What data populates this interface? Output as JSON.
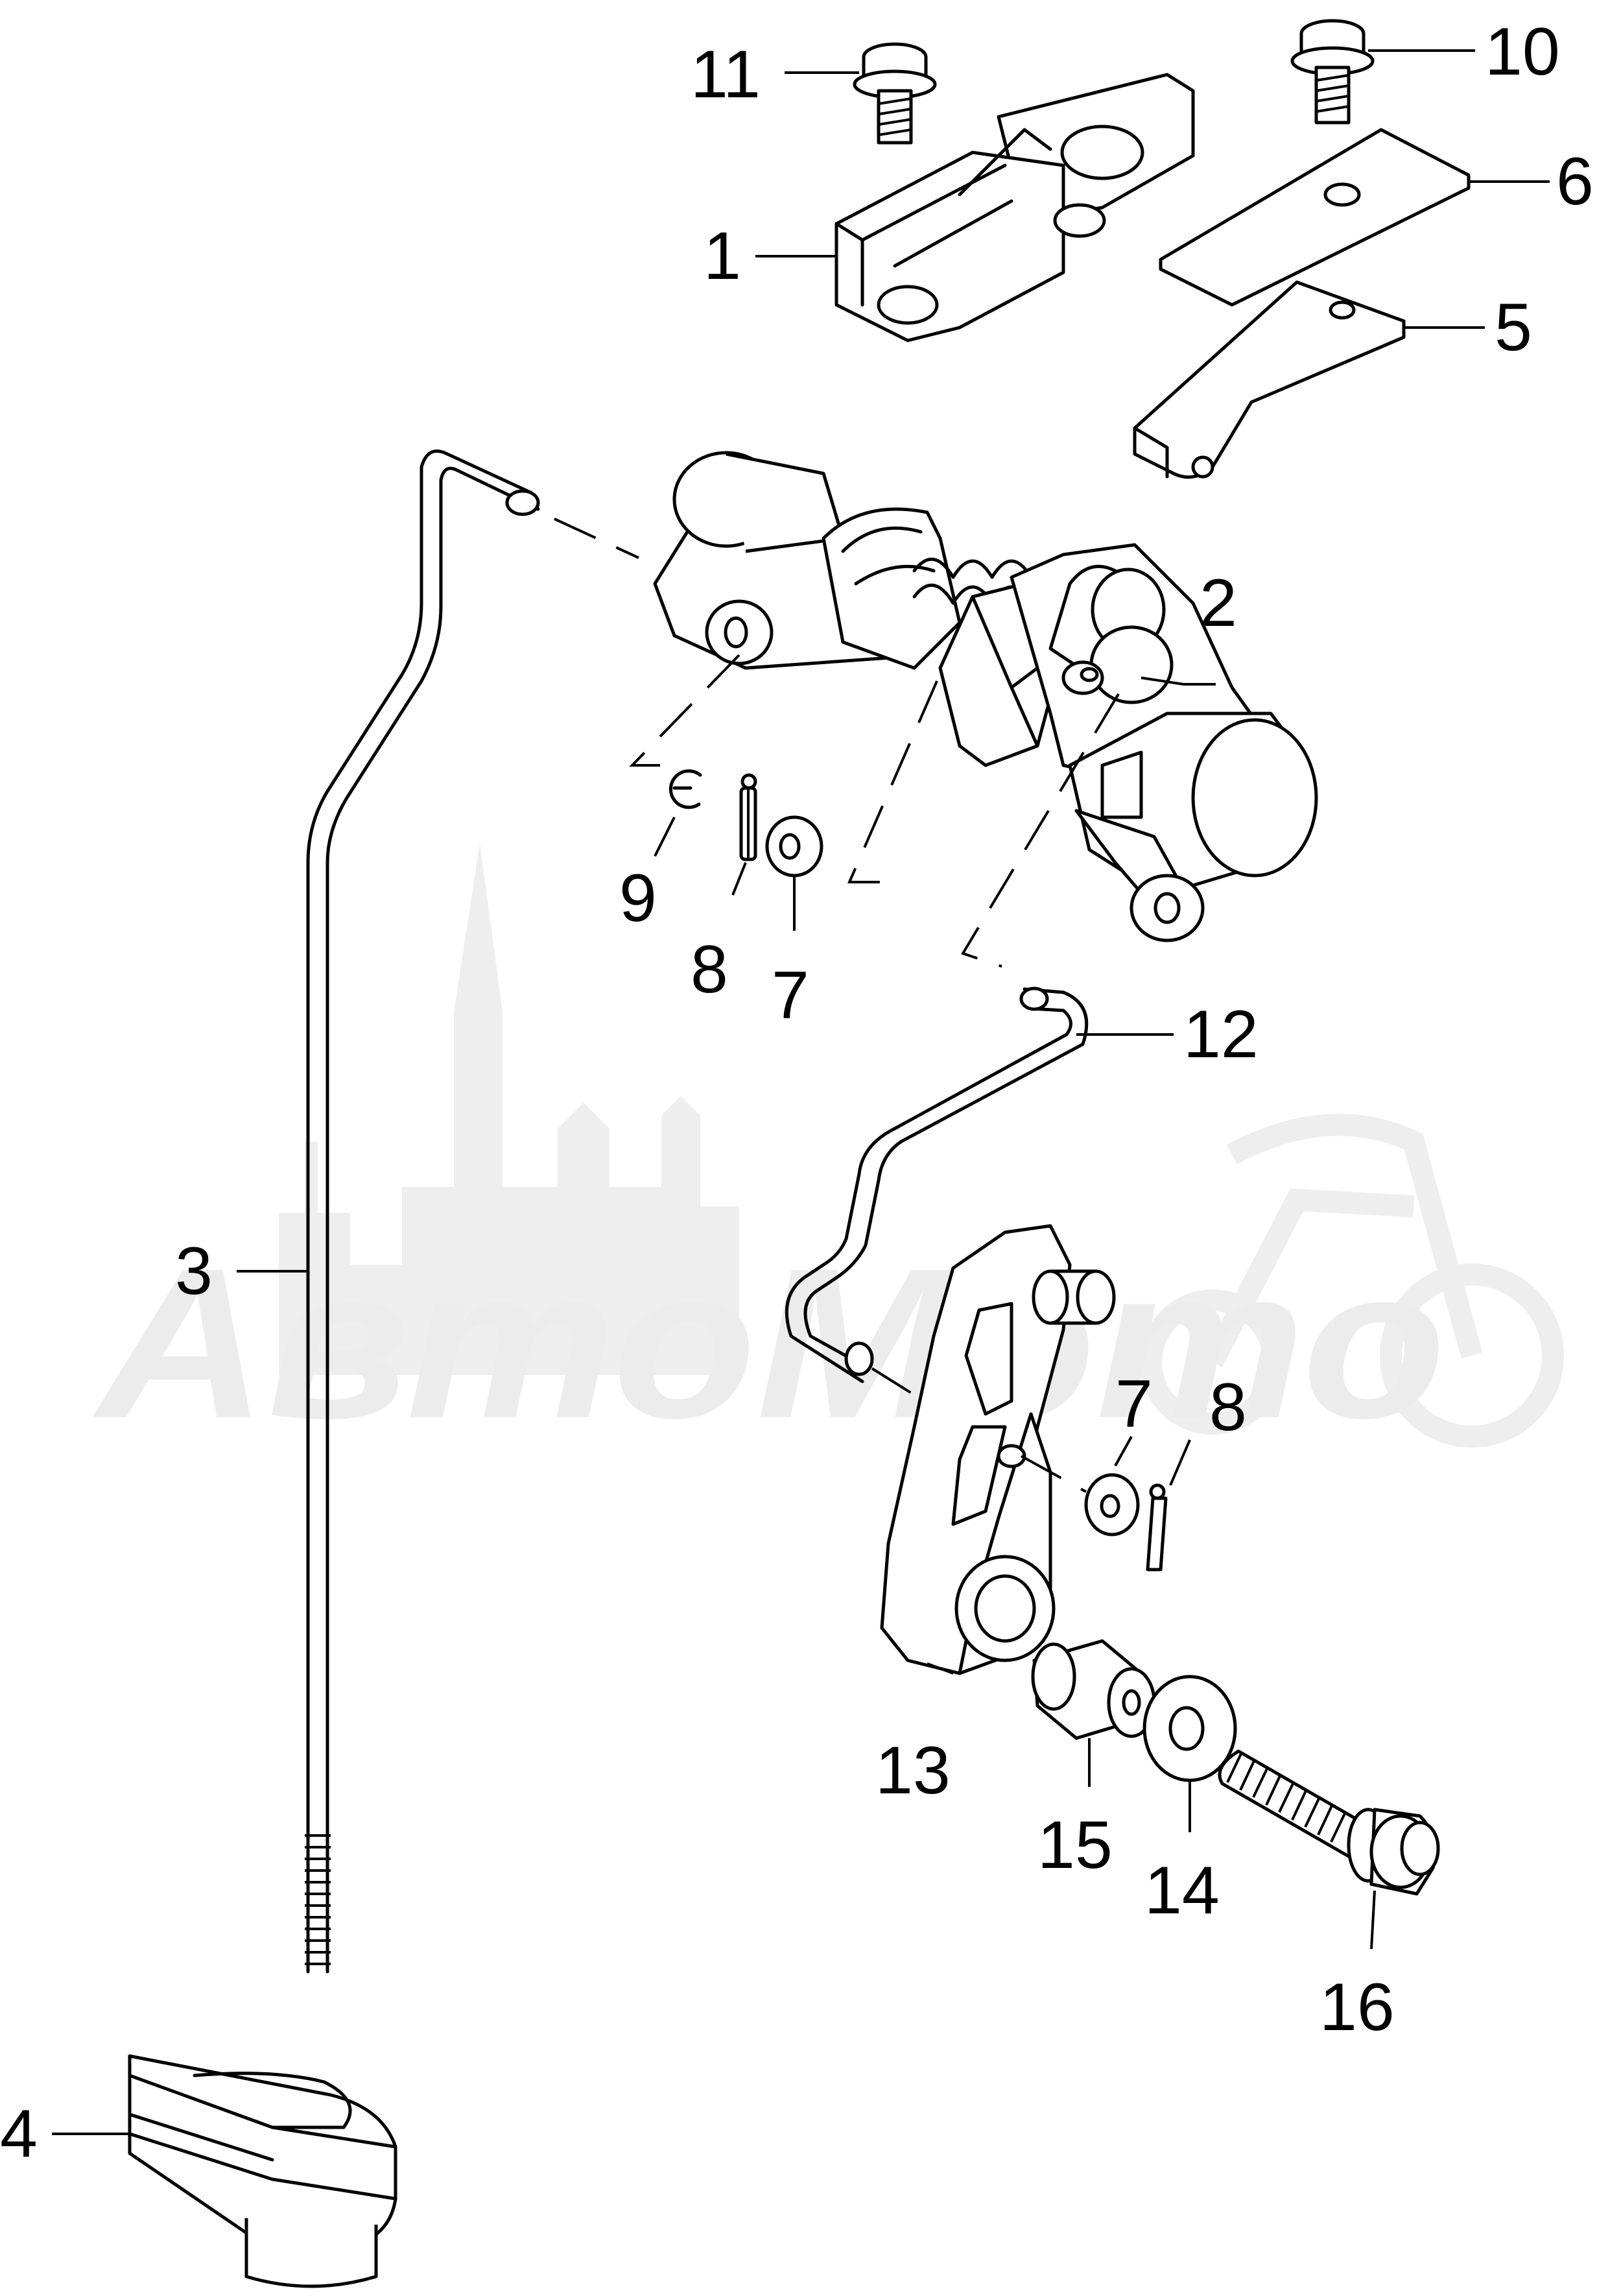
{
  "watermark": {
    "text": "АвтоМото",
    "color": "#ececec"
  },
  "callouts": {
    "c1": "1",
    "c2": "2",
    "c3": "3",
    "c4": "4",
    "c5": "5",
    "c6": "6",
    "c7a": "7",
    "c7b": "7",
    "c8a": "8",
    "c8b": "8",
    "c9": "9",
    "c10": "10",
    "c11": "11",
    "c12": "12",
    "c13": "13",
    "c14": "14",
    "c15": "15",
    "c16": "16"
  },
  "colors": {
    "line": "#000000",
    "background": "#ffffff"
  }
}
